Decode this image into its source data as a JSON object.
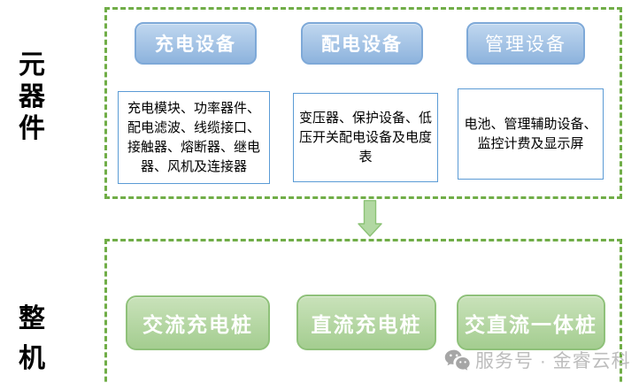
{
  "labels": {
    "components": {
      "text": "元器件",
      "chars": [
        "元",
        "器",
        "件"
      ]
    },
    "machines": {
      "text": "整机",
      "chars": [
        "整",
        "机"
      ]
    }
  },
  "components_section": {
    "columns": [
      {
        "header": "充电设备",
        "detail": "充电模块、功率器件、配电滤波、线缆接口、接触器、熔断器、继电器、风机及连接器"
      },
      {
        "header": "配电设备",
        "detail": "变压器、保护设备、低压开关配电设备及电度表"
      },
      {
        "header": "管理设备",
        "detail": "电池、管理辅助设备、监控计费及显示屏"
      }
    ]
  },
  "machines_section": {
    "items": [
      {
        "label": "交流充电桩"
      },
      {
        "label": "直流充电桩"
      },
      {
        "label": "交直流一体桩"
      }
    ]
  },
  "watermark": {
    "icon": "wechat-icon",
    "text": "服务号 · 金睿云科"
  },
  "colors": {
    "frame_dashed_green": "#70ad47",
    "blue_node_top": "#c0d7ef",
    "blue_node_bottom": "#8db3dd",
    "blue_node_border": "#7ea9d8",
    "detail_box_border": "#5b9bd5",
    "green_node_top": "#c9e2ba",
    "green_node_bottom": "#a4cd90",
    "green_node_border": "#8fc17a",
    "arrow_fill": "#b2d8a2",
    "arrow_border": "#8cc276",
    "watermark_gray": "#bdbdbd"
  }
}
